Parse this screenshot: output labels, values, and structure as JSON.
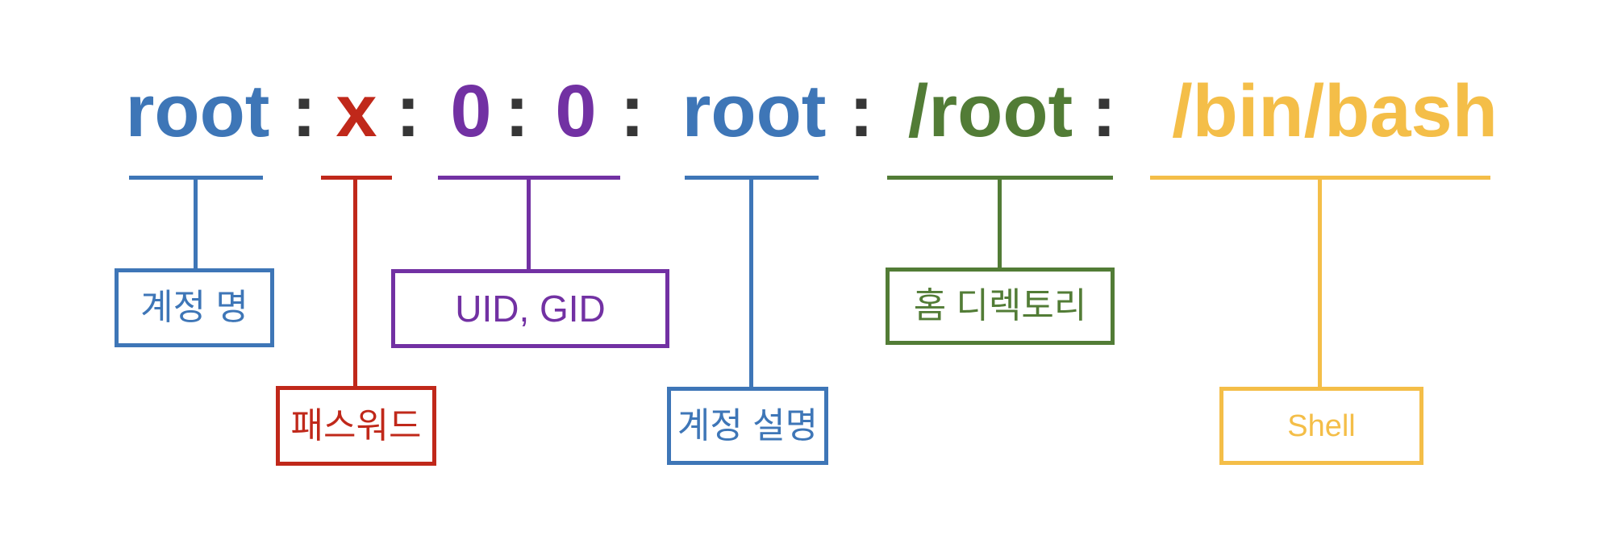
{
  "background": "#ffffff",
  "separator": ":",
  "separator_color": "#363636",
  "fields": [
    {
      "value": "root",
      "label": "계정 명",
      "color": "#3e76b7"
    },
    {
      "value": "x",
      "label": "패스워드",
      "color": "#c0281a"
    },
    {
      "value_parts": [
        "0",
        "0"
      ],
      "label": "UID, GID",
      "color": "#7231a3"
    },
    {
      "value": "root",
      "label": "계정 설명",
      "color": "#3e76b7"
    },
    {
      "value": "/root",
      "label": "홈 디렉토리",
      "color": "#527c36"
    },
    {
      "value": "/bin/bash",
      "label": "Shell",
      "color": "#f4be48"
    }
  ]
}
